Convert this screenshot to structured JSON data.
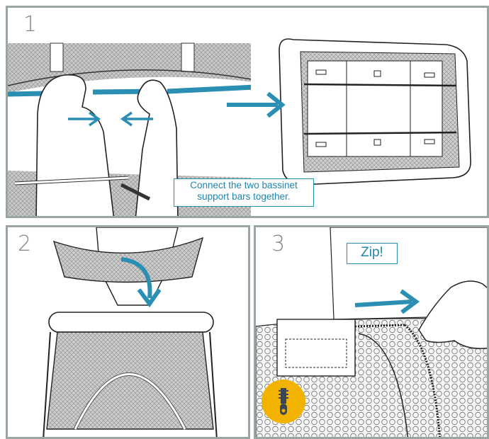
{
  "steps": {
    "step1": {
      "number": "1",
      "caption_line1": "Connect the two bassinet",
      "caption_line2": "support bars together."
    },
    "step2": {
      "number": "2"
    },
    "step3": {
      "number": "3",
      "label": "Zip!"
    }
  },
  "icons": {
    "arrow": "arrow-right-icon",
    "zipper_badge": "zipper-icon"
  },
  "colors": {
    "frame": "#9aa6a4",
    "accent_blue": "#2a8fb3",
    "badge_yellow": "#f2b300"
  }
}
